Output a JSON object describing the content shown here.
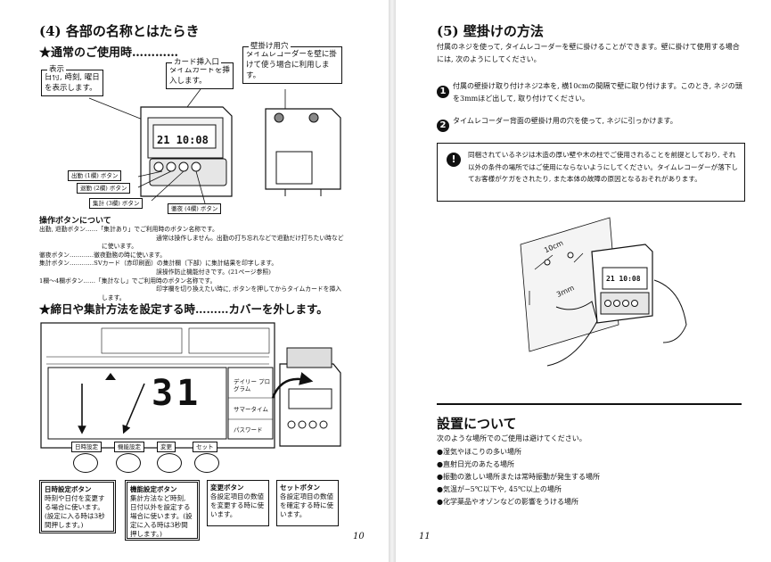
{
  "left": {
    "section_title": "(4) 各部の名称とはたらき",
    "normal_use_heading": "★通常のご使用時…………",
    "display_label_title": "表示",
    "display_label_text": "日付, 時刻, 曜日を表示します。",
    "card_slot_title": "カード挿入口",
    "card_slot_text": "タイムカードを挿入します。",
    "wall_hole_title": "壁掛け用穴",
    "wall_hole_text": "タイムレコーダーを壁に掛けて使う場合に利用します。",
    "clock_display": "21 10:08",
    "btn_in": "出勤 (1欄) ボタン",
    "btn_out": "退勤 (2欄) ボタン",
    "btn_total": "集計 (3欄) ボタン",
    "btn_night": "徹夜 (4欄) ボタン",
    "op_heading": "操作ボタンについて",
    "op_lines": [
      "出勤, 退勤ボタン……「集計あり」でご利用時のボタン名称です。",
      "　　　　　　　　　通常は操作しません。出勤の打ち忘れなどで退勤だけ打ちたい時などに使います。",
      "徹夜ボタン…………徹夜勤務の時に使います。",
      "集計ボタン…………SVカード（赤印刷面）の集計欄（下部）に集計結果を印字します。",
      "　　　　　　　　　誤操作防止機能付きです。(21ページ参照)",
      "1欄〜4欄ボタン……「集計なし」でご利用時のボタン名称です。",
      "　　　　　　　　　印字欄を切り換えたい時に, ボタンを押してからタイムカードを挿入します。"
    ],
    "cutoff_heading": "★締日や集計方法を設定する時………カバーを外します。",
    "big_display": "31",
    "side_labels": [
      "デイリー プログラム",
      "サマータイム",
      "パスワード"
    ],
    "panel_buttons": [
      "日時設定",
      "機能設定",
      "変更",
      "セット"
    ],
    "callout_datetime_title": "日時設定ボタン",
    "callout_datetime_text": "時刻や日付を変更する場合に使います。(設定に入る時は3秒間押します。)",
    "callout_function_title": "機能設定ボタン",
    "callout_function_text": "集計方法など時刻, 日付以外を設定する場合に使います。(設定に入る時は3秒間押します。)",
    "callout_change_title": "変更ボタン",
    "callout_change_text": "各設定項目の数値を変更する時に使います。",
    "callout_set_title": "セットボタン",
    "callout_set_text": "各設定項目の数値を確定する時に使います。",
    "page_number": "10"
  },
  "right": {
    "section_title": "(5) 壁掛けの方法",
    "intro": "付属のネジを使って, タイムレコーダーを壁に掛けることができます。壁に掛けて使用する場合には, 次のようにしてください。",
    "step1": "付属の壁掛け取り付けネジ2本を, 横10cmの間隔で壁に取り付けます。このとき, ネジの頭を3mmほど出して, 取り付けてください。",
    "step2": "タイムレコーダー背面の壁掛け用の穴を使って, ネジに引っかけます。",
    "warning": "同梱されているネジは木造の厚い壁や木の柱でご使用されることを前提としており, それ以外の条件の場所ではご使用にならないようにしてください。タイムレコーダーが落下してお客様がケガをされたり, また本体の故障の原因となるおそれがあります。",
    "dim_10cm": "10cm",
    "dim_3mm": "3mm",
    "clock_display": "21 10:08",
    "install_title": "設置について",
    "install_intro": "次のような場所でのご使用は避けてください。",
    "install_items": [
      "●湿気やほこりの多い場所",
      "●直射日光のあたる場所",
      "●振動の激しい場所または常時振動が発生する場所",
      "●気温が−5℃以下や, 45℃以上の場所",
      "●化学薬品やオゾンなどの影響をうける場所"
    ],
    "page_number": "11"
  }
}
